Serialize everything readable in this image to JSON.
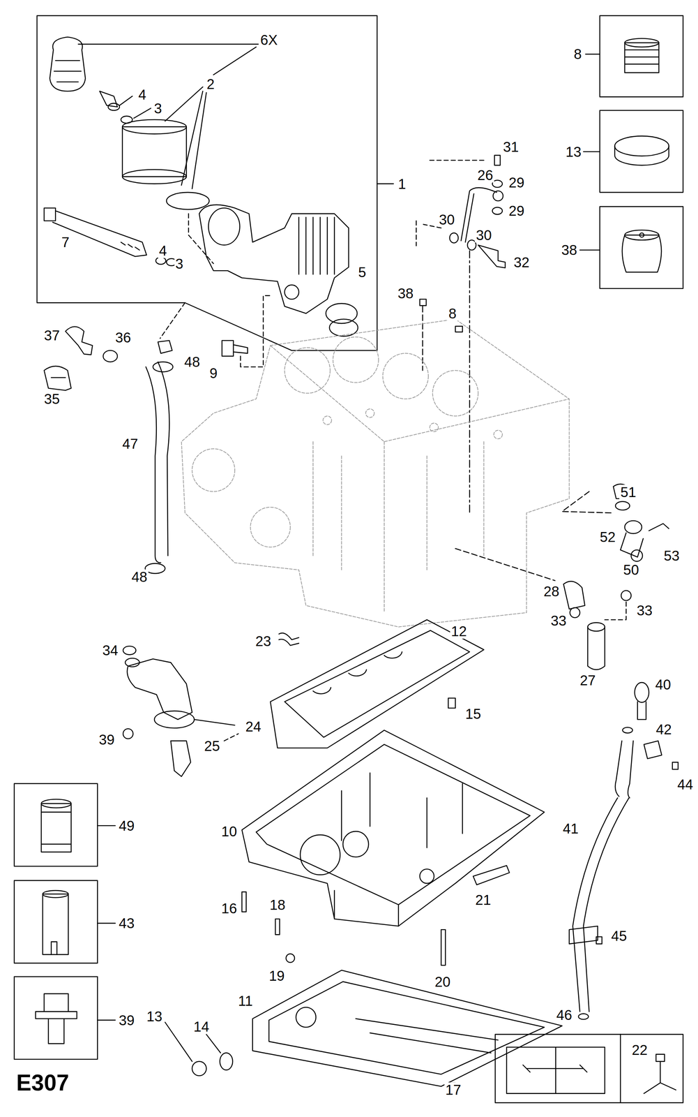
{
  "diagram": {
    "labels": [
      "6X",
      "2",
      "4",
      "3",
      "8",
      "31",
      "13",
      "26",
      "29",
      "1",
      "29",
      "30",
      "30",
      "7",
      "4",
      "38",
      "32",
      "3",
      "5",
      "38",
      "8",
      "37",
      "36",
      "48",
      "9",
      "35",
      "47",
      "51",
      "52",
      "50",
      "53",
      "48",
      "28",
      "33",
      "33",
      "12",
      "23",
      "34",
      "27",
      "40",
      "15",
      "24",
      "42",
      "39",
      "25",
      "44",
      "49",
      "41",
      "10",
      "21",
      "16",
      "43",
      "18",
      "45",
      "19",
      "20",
      "11",
      "46",
      "13",
      "39",
      "14",
      "22",
      "17",
      "E307"
    ]
  }
}
